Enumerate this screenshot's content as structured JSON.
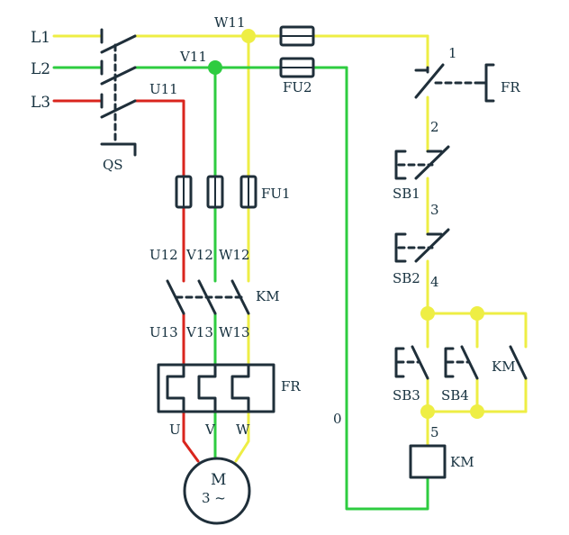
{
  "labels": {
    "L1": "L1",
    "L2": "L2",
    "L3": "L3",
    "W11": "W11",
    "V11": "V11",
    "U11": "U11",
    "QS": "QS",
    "FU2": "FU2",
    "FU1": "FU1",
    "U12": "U12",
    "V12": "V12",
    "W12": "W12",
    "KM_main": "KM",
    "U13": "U13",
    "V13": "V13",
    "W13": "W13",
    "FR_main": "FR",
    "U": "U",
    "V": "V",
    "W": "W",
    "M": "M",
    "M3": "3 ~",
    "zero": "0",
    "n1": "1",
    "n2": "2",
    "n3": "3",
    "n4": "4",
    "n5": "5",
    "FR_ctrl": "FR",
    "SB1": "SB1",
    "SB2": "SB2",
    "SB3": "SB3",
    "SB4": "SB4",
    "KM_aux": "KM",
    "KM_coil": "KM"
  },
  "colors": {
    "phase_L1": "#eeee44",
    "phase_L2": "#2ecc40",
    "phase_L3": "#d9251d",
    "symbol": "#1f2f3a"
  }
}
